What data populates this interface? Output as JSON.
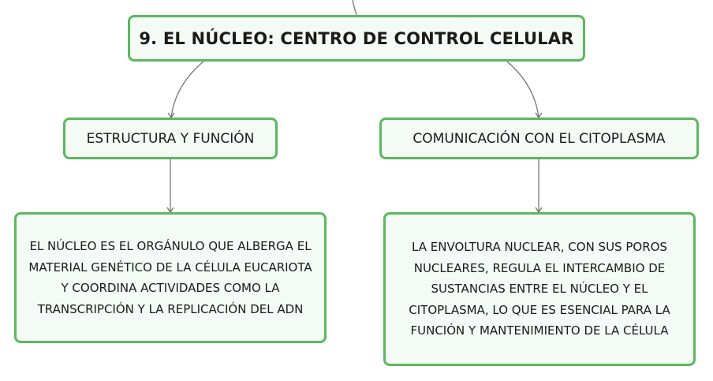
{
  "root": {
    "label": "9. EL NÚCLEO: CENTRO DE CONTROL CELULAR"
  },
  "branches": [
    {
      "label": "ESTRUCTURA Y FUNCIÓN",
      "detail": "EL NÚCLEO ES EL ORGÁNULO QUE ALBERGA EL MATERIAL GENÉTICO DE LA CÉLULA EUCARIOTA Y COORDINA ACTIVIDADES COMO LA TRANSCRIPCIÓN Y LA REPLICACIÓN DEL ADN"
    },
    {
      "label": "COMUNICACIÓN CON EL CITOPLASMA",
      "detail": "LA ENVOLTURA NUCLEAR, CON SUS POROS NUCLEARES, REGULA EL INTERCAMBIO DE SUSTANCIAS ENTRE EL NÚCLEO Y EL CITOPLASMA, LO QUE ES ESENCIAL PARA LA FUNCIÓN Y MANTENIMIENTO DE LA CÉLULA"
    }
  ],
  "colors": {
    "node_border": "#5bb85e",
    "node_fill": "#f4fbf4",
    "connector": "#6b6b6b"
  }
}
